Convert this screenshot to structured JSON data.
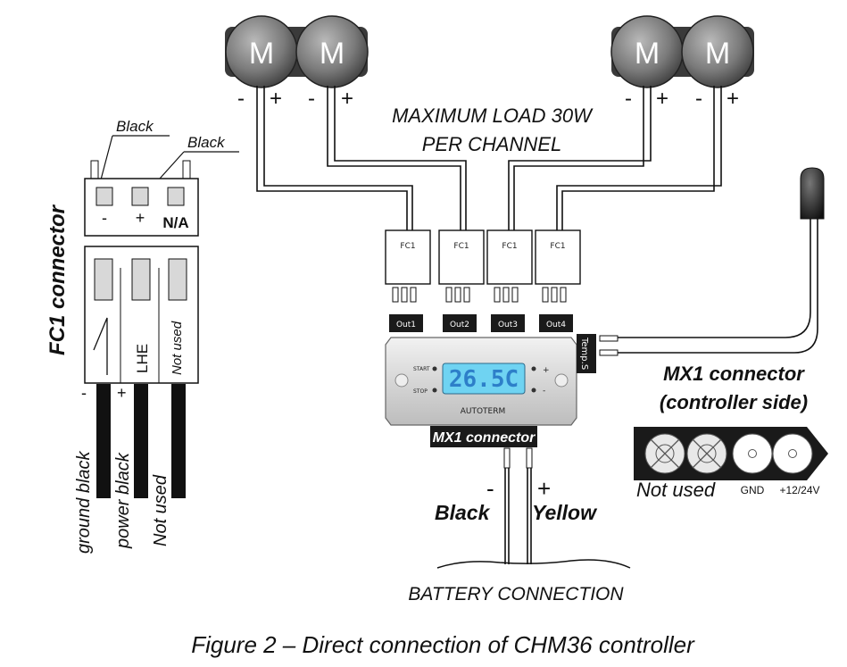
{
  "motor_label": "M",
  "minus": "-",
  "plus": "+",
  "max_load_line1": "MAXIMUM LOAD 30W",
  "max_load_line2": "PER CHANNEL",
  "fc1_label": "FC1",
  "outputs": [
    "Out1",
    "Out2",
    "Out3",
    "Out4"
  ],
  "temp_label": "Temp.S",
  "controller": {
    "display": "26.5C",
    "start": "START",
    "stop": "STOP",
    "brand": "AUTOTERM",
    "mx1_tag": "MX1 connector"
  },
  "fc1_connector": {
    "title": "FC1 connector",
    "black1": "Black",
    "black2": "Black",
    "pin_minus": "-",
    "pin_plus": "+",
    "pin_na": "N/A",
    "lhe": "LHE",
    "not_used_vert": "Not used",
    "wire_minus": "-",
    "wire_plus": "+",
    "wire_labels": [
      "ground black",
      "power black",
      "Not used"
    ]
  },
  "mx1_side": {
    "title1": "MX1 connector",
    "title2": "(controller side)",
    "not_used": "Not used",
    "gnd": "GND",
    "power": "+12/24V"
  },
  "battery": {
    "minus": "-",
    "plus": "+",
    "black": "Black",
    "yellow": "Yellow",
    "label": "BATTERY CONNECTION"
  },
  "caption": "Figure 2 – Direct connection of CHM36 controller"
}
